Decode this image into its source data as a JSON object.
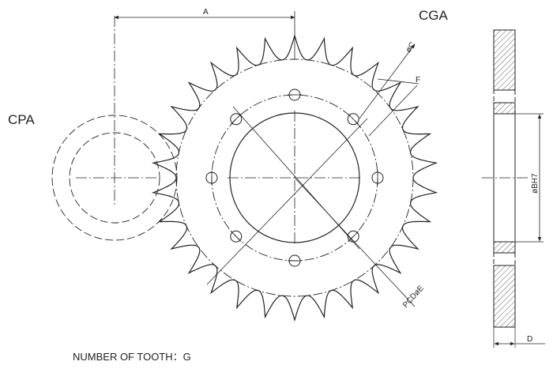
{
  "labels": {
    "cga": "CGA",
    "cpa": "CPA",
    "dim_a": "A",
    "dim_c": "øC",
    "dim_f": "F",
    "dim_pcd": "PCDøE",
    "dim_bore": "øBH7",
    "dim_d": "D",
    "caption": "NUMBER OF TOOTH：G"
  }
}
